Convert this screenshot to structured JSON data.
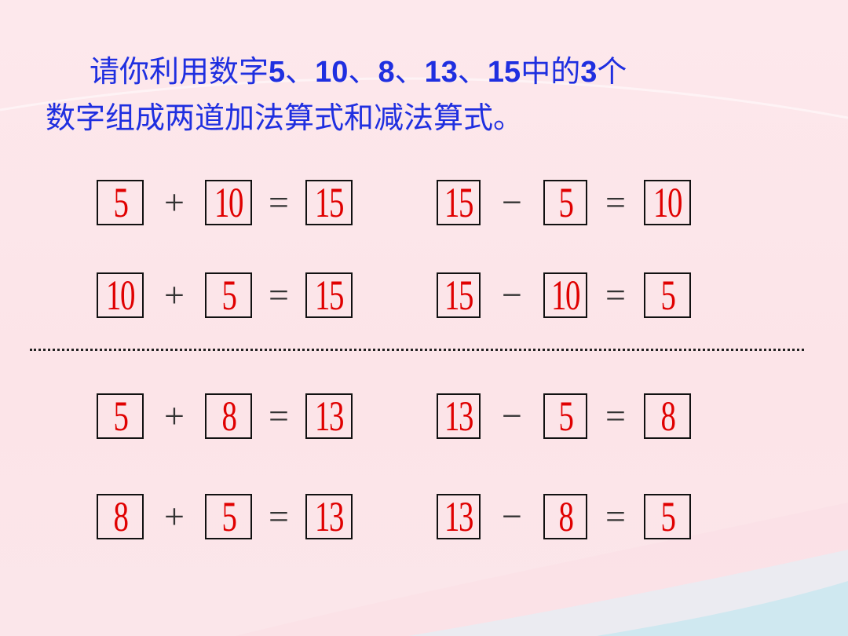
{
  "prompt": {
    "line1_a": "请你利用数字",
    "n1": "5",
    "sep1": "、",
    "n2": "10",
    "sep2": "、",
    "n3": "8",
    "sep3": "、",
    "n4": "13",
    "sep4": "、",
    "n5": "15",
    "line1_b": "中的",
    "n6": "3",
    "line1_c": "个",
    "line2": "数字组成两道加法算式和减法算式。"
  },
  "equations": [
    {
      "a": "5",
      "op": "+",
      "b": "10",
      "eq": "=",
      "c": "15"
    },
    {
      "a": "15",
      "op": "−",
      "b": "5",
      "eq": "=",
      "c": "10"
    },
    {
      "a": "10",
      "op": "+",
      "b": "5",
      "eq": "=",
      "c": "15"
    },
    {
      "a": "15",
      "op": "−",
      "b": "10",
      "eq": "=",
      "c": "5"
    },
    {
      "a": "5",
      "op": "+",
      "b": "8",
      "eq": "=",
      "c": "13"
    },
    {
      "a": "13",
      "op": "−",
      "b": "5",
      "eq": "=",
      "c": "8"
    },
    {
      "a": "8",
      "op": "+",
      "b": "5",
      "eq": "=",
      "c": "13"
    },
    {
      "a": "13",
      "op": "−",
      "b": "8",
      "eq": "=",
      "c": "5"
    }
  ],
  "colors": {
    "prompt_text": "#1f2fe0",
    "answer_digits": "#e00000",
    "background": "#fde8ec",
    "wave": "#cfe8f0"
  }
}
